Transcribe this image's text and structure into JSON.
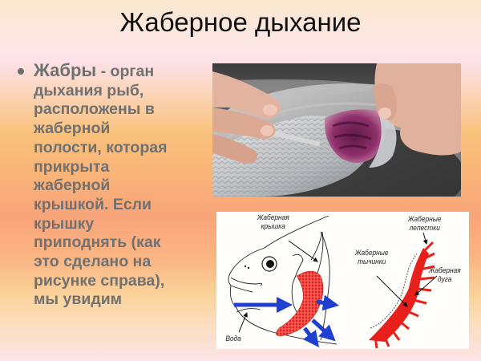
{
  "slide": {
    "title": "Жаберное дыхание",
    "bullet": {
      "lead": "Жабры",
      "lines": [
        " - орган",
        "дыхания рыб,",
        "расположены в",
        "жаберной",
        "полости, которая",
        "прикрыта",
        "жаберной",
        "крышкой. Если",
        "крышку",
        "приподнять (как",
        "это сделано на",
        "рисунке справа),",
        "мы увидим"
      ]
    },
    "photo": {
      "description": "Hands lifting the gill cover of a fish on a metal plate, revealing red gills"
    },
    "diagram": {
      "labels": {
        "gill_cover": [
          "Жаберная",
          "крышка"
        ],
        "water": "Вода",
        "gill_rakers": [
          "Жаберные",
          "тычинки"
        ],
        "gill_filaments": [
          "Жаберные",
          "лепестки"
        ],
        "gill_arch": [
          "Жаберная",
          "дуга"
        ]
      },
      "colors": {
        "gill_red": "#e8201c",
        "water_arrow_blue": "#1f3fd0"
      }
    }
  }
}
